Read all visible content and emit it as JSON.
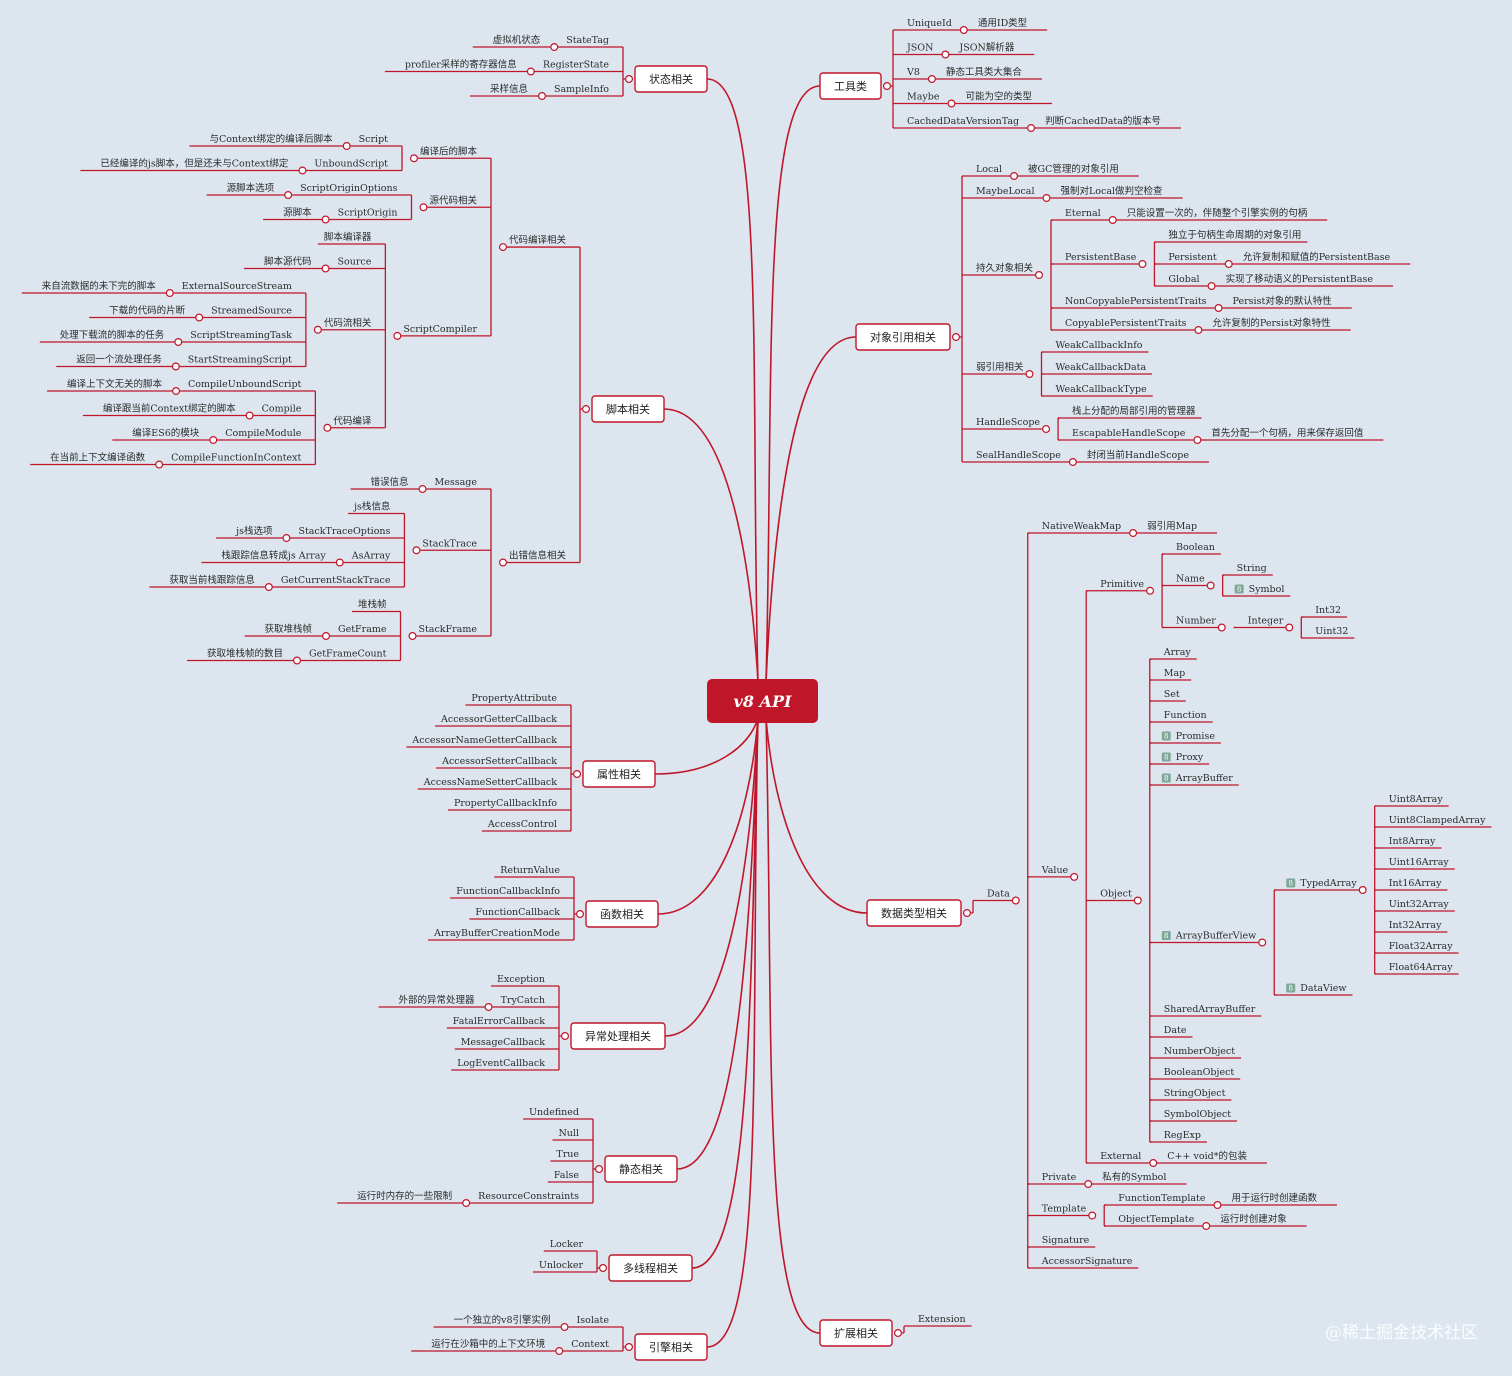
{
  "root": "v8 API",
  "watermark": "@稀土掘金技术社区",
  "colors": {
    "line": "#c0162a",
    "box_fill": "#ffffff",
    "root_fill": "#c0162a",
    "background": "#dde6ef"
  },
  "tree": [
    {
      "label": "状态相关",
      "side": "left",
      "children": [
        {
          "label": "StateTag",
          "note": "虚拟机状态"
        },
        {
          "label": "RegisterState",
          "note": "profiler采样的寄存器信息"
        },
        {
          "label": "SampleInfo",
          "note": "采样信息"
        }
      ]
    },
    {
      "label": "脚本相关",
      "side": "left",
      "children": [
        {
          "label": "代码编译相关",
          "children": [
            {
              "label": "编译后的脚本",
              "children": [
                {
                  "label": "Script",
                  "note": "与Context绑定的编译后脚本"
                },
                {
                  "label": "UnboundScript",
                  "note": "已经编译的js脚本，但是还未与Context绑定"
                }
              ]
            },
            {
              "label": "源代码相关",
              "children": [
                {
                  "label": "ScriptOriginOptions",
                  "note": "源脚本选项"
                },
                {
                  "label": "ScriptOrigin",
                  "note": "源脚本"
                }
              ]
            },
            {
              "label": "ScriptCompiler",
              "children": [
                {
                  "label": "脚本编译器"
                },
                {
                  "label": "Source",
                  "note": "脚本源代码"
                },
                {
                  "label": "代码流相关",
                  "children": [
                    {
                      "label": "ExternalSourceStream",
                      "note": "来自流数据的未下完的脚本"
                    },
                    {
                      "label": "StreamedSource",
                      "note": "下载的代码的片断"
                    },
                    {
                      "label": "ScriptStreamingTask",
                      "note": "处理下载流的脚本的任务"
                    },
                    {
                      "label": "StartStreamingScript",
                      "note": "返回一个流处理任务"
                    }
                  ]
                },
                {
                  "label": "代码编译",
                  "children": [
                    {
                      "label": "CompileUnboundScript",
                      "note": "编译上下文无关的脚本"
                    },
                    {
                      "label": "Compile",
                      "note": "编译跟当前Context绑定的脚本"
                    },
                    {
                      "label": "CompileModule",
                      "note": "编译ES6的模块"
                    },
                    {
                      "label": "CompileFunctionInContext",
                      "note": "在当前上下文编译函数"
                    }
                  ]
                }
              ]
            }
          ]
        },
        {
          "label": "出错信息相关",
          "children": [
            {
              "label": "Message",
              "note": "错误信息"
            },
            {
              "label": "StackTrace",
              "children": [
                {
                  "label": "js栈信息"
                },
                {
                  "label": "StackTraceOptions",
                  "note": "js栈选项"
                },
                {
                  "label": "AsArray",
                  "note": "栈跟踪信息转成js Array"
                },
                {
                  "label": "GetCurrentStackTrace",
                  "note": "获取当前栈跟踪信息"
                }
              ]
            },
            {
              "label": "StackFrame",
              "children": [
                {
                  "label": "堆栈帧"
                },
                {
                  "label": "GetFrame",
                  "note": "获取堆栈帧"
                },
                {
                  "label": "GetFrameCount",
                  "note": "获取堆栈帧的数目"
                }
              ]
            }
          ]
        }
      ]
    },
    {
      "label": "属性相关",
      "side": "left",
      "children": [
        {
          "label": "PropertyAttribute"
        },
        {
          "label": "AccessorGetterCallback"
        },
        {
          "label": "AccessorNameGetterCallback"
        },
        {
          "label": "AccessorSetterCallback"
        },
        {
          "label": "AccessNameSetterCallback"
        },
        {
          "label": "PropertyCallbackInfo"
        },
        {
          "label": "AccessControl"
        }
      ]
    },
    {
      "label": "函数相关",
      "side": "left",
      "children": [
        {
          "label": "ReturnValue"
        },
        {
          "label": "FunctionCallbackInfo"
        },
        {
          "label": "FunctionCallback"
        },
        {
          "label": "ArrayBufferCreationMode"
        }
      ]
    },
    {
      "label": "异常处理相关",
      "side": "left",
      "children": [
        {
          "label": "Exception"
        },
        {
          "label": "TryCatch",
          "note": "外部的异常处理器"
        },
        {
          "label": "FatalErrorCallback"
        },
        {
          "label": "MessageCallback"
        },
        {
          "label": "LogEventCallback"
        }
      ]
    },
    {
      "label": "静态相关",
      "side": "left",
      "children": [
        {
          "label": "Undefined"
        },
        {
          "label": "Null"
        },
        {
          "label": "True"
        },
        {
          "label": "False"
        },
        {
          "label": "ResourceConstraints",
          "note": "运行时内存的一些限制"
        }
      ]
    },
    {
      "label": "多线程相关",
      "side": "left",
      "children": [
        {
          "label": "Locker"
        },
        {
          "label": "Unlocker"
        }
      ]
    },
    {
      "label": "引擎相关",
      "side": "left",
      "children": [
        {
          "label": "Isolate",
          "note": "一个独立的v8引擎实例"
        },
        {
          "label": "Context",
          "note": "运行在沙箱中的上下文环境"
        }
      ]
    },
    {
      "label": "工具类",
      "side": "right",
      "children": [
        {
          "label": "UniqueId",
          "note": "通用ID类型"
        },
        {
          "label": "JSON",
          "note": "JSON解析器"
        },
        {
          "label": "V8",
          "note": "静态工具类大集合"
        },
        {
          "label": "Maybe",
          "note": "可能为空的类型"
        },
        {
          "label": "CachedDataVersionTag",
          "note": "判断CachedData的版本号"
        }
      ]
    },
    {
      "label": "对象引用相关",
      "side": "right",
      "children": [
        {
          "label": "Local",
          "note": "被GC管理的对象引用"
        },
        {
          "label": "MaybeLocal",
          "note": "强制对Local做判空检查"
        },
        {
          "label": "持久对象相关",
          "children": [
            {
              "label": "Eternal",
              "note": "只能设置一次的，伴随整个引擎实例的句柄"
            },
            {
              "label": "PersistentBase",
              "children": [
                {
                  "label": "独立于句柄生命周期的对象引用"
                },
                {
                  "label": "Persistent",
                  "note": "允许复制和赋值的PersistentBase"
                },
                {
                  "label": "Global",
                  "note": "实现了移动语义的PersistentBase"
                }
              ]
            },
            {
              "label": "NonCopyablePersistentTraits",
              "note": "Persist对象的默认特性"
            },
            {
              "label": "CopyablePersistentTraits",
              "note": "允许复制的Persist对象特性"
            }
          ]
        },
        {
          "label": "弱引用相关",
          "children": [
            {
              "label": "WeakCallbackInfo"
            },
            {
              "label": "WeakCallbackData"
            },
            {
              "label": "WeakCallbackType"
            }
          ]
        },
        {
          "label": "HandleScope",
          "children": [
            {
              "label": "栈上分配的局部引用的管理器"
            },
            {
              "label": "EscapableHandleScope",
              "note": "首先分配一个句柄，用来保存返回值"
            }
          ]
        },
        {
          "label": "SealHandleScope",
          "note": "封闭当前HandleScope"
        }
      ]
    },
    {
      "label": "数据类型相关",
      "side": "right",
      "children": [
        {
          "label": "Data",
          "children": [
            {
              "label": "NativeWeakMap",
              "note": "弱引用Map"
            },
            {
              "label": "Value",
              "children": [
                {
                  "label": "Primitive",
                  "children": [
                    {
                      "label": "Boolean"
                    },
                    {
                      "label": "Name",
                      "children": [
                        {
                          "label": "String"
                        },
                        {
                          "label": "Symbol",
                          "flag": true
                        }
                      ]
                    },
                    {
                      "label": "Number",
                      "children": [
                        {
                          "label": "Integer",
                          "children": [
                            {
                              "label": "Int32"
                            },
                            {
                              "label": "Uint32"
                            }
                          ]
                        }
                      ]
                    }
                  ]
                },
                {
                  "label": "Object",
                  "children": [
                    {
                      "label": "Array"
                    },
                    {
                      "label": "Map"
                    },
                    {
                      "label": "Set"
                    },
                    {
                      "label": "Function"
                    },
                    {
                      "label": "Promise",
                      "flag": true
                    },
                    {
                      "label": "Proxy",
                      "flag": true
                    },
                    {
                      "label": "ArrayBuffer",
                      "flag": true
                    },
                    {
                      "label": "ArrayBufferView",
                      "flag": true,
                      "children": [
                        {
                          "label": "TypedArray",
                          "flag": true,
                          "children": [
                            {
                              "label": "Uint8Array"
                            },
                            {
                              "label": "Uint8ClampedArray"
                            },
                            {
                              "label": "Int8Array"
                            },
                            {
                              "label": "Uint16Array"
                            },
                            {
                              "label": "Int16Array"
                            },
                            {
                              "label": "Uint32Array"
                            },
                            {
                              "label": "Int32Array"
                            },
                            {
                              "label": "Float32Array"
                            },
                            {
                              "label": "Float64Array"
                            }
                          ]
                        },
                        {
                          "label": "DataView",
                          "flag": true
                        }
                      ]
                    },
                    {
                      "label": "SharedArrayBuffer"
                    },
                    {
                      "label": "Date"
                    },
                    {
                      "label": "NumberObject"
                    },
                    {
                      "label": "BooleanObject"
                    },
                    {
                      "label": "StringObject"
                    },
                    {
                      "label": "SymbolObject"
                    },
                    {
                      "label": "RegExp"
                    }
                  ]
                },
                {
                  "label": "External",
                  "note": "C++ void*的包装"
                }
              ]
            },
            {
              "label": "Private",
              "note": "私有的Symbol"
            },
            {
              "label": "Template",
              "children": [
                {
                  "label": "FunctionTemplate",
                  "note": "用于运行时创建函数"
                },
                {
                  "label": "ObjectTemplate",
                  "note": "运行时创建对象"
                }
              ]
            },
            {
              "label": "Signature"
            },
            {
              "label": "AccessorSignature"
            }
          ]
        }
      ]
    },
    {
      "label": "扩展相关",
      "side": "right",
      "children": [
        {
          "label": "Extension"
        }
      ]
    }
  ]
}
